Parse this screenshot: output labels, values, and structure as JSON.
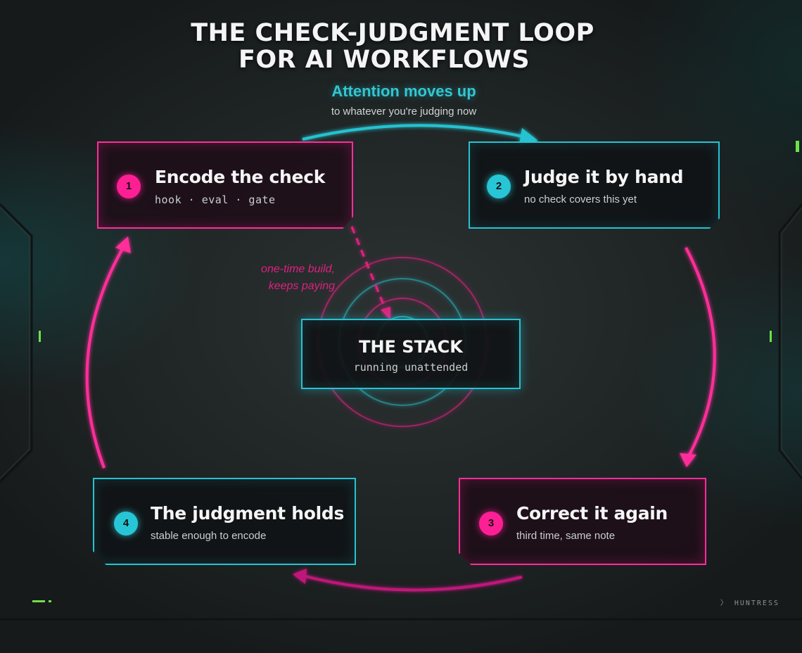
{
  "title": {
    "line1": "THE CHECK-JUDGMENT LOOP",
    "line2": "FOR AI WORKFLOWS"
  },
  "attention": {
    "title": "Attention moves up",
    "subtitle": "to whatever you're judging now"
  },
  "steps": [
    {
      "number": "1",
      "title": "Encode the check",
      "subtitle": "hook · eval · gate",
      "color": "#ff2d9a"
    },
    {
      "number": "2",
      "title": "Judge it by hand",
      "subtitle": "no check covers this yet",
      "color": "#27c2d0"
    },
    {
      "number": "3",
      "title": "Correct it again",
      "subtitle": "third time, same note",
      "color": "#ff2d9a"
    },
    {
      "number": "4",
      "title": "The judgment holds",
      "subtitle": "stable enough to encode",
      "color": "#27c2d0"
    }
  ],
  "stack": {
    "title": "THE STACK",
    "subtitle": "running unattended"
  },
  "note": {
    "line1": "one-time build,",
    "line2": "keeps paying"
  },
  "brand": "〉 HUNTRESS",
  "colors": {
    "pink": "#ff2d9a",
    "teal": "#27c2d0",
    "background": "#1b2020",
    "accent_green": "#6ee04a"
  }
}
